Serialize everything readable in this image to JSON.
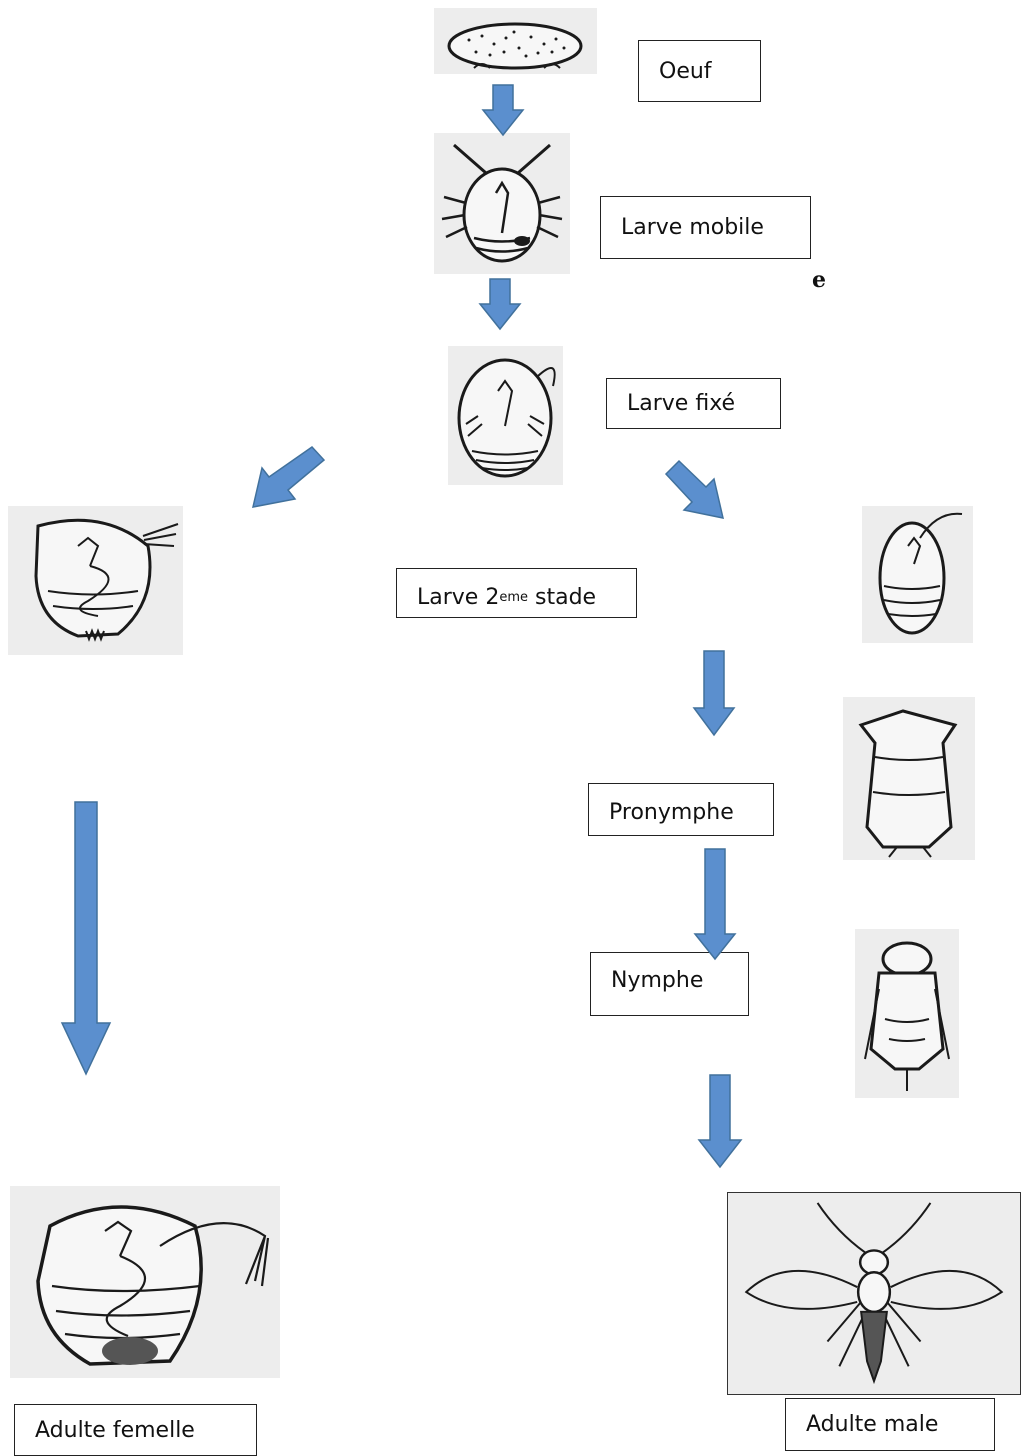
{
  "diagram": {
    "colors": {
      "arrow": "#5b8fce",
      "arrow_edge": "#41719c",
      "ink": "#1a1a1a",
      "paper": "#ededed"
    },
    "stages": {
      "egg": "Oeuf",
      "mobile_larva": "Larve mobile",
      "fixed_larva": "Larve fixé",
      "second_stage_prefix": "Larve 2",
      "second_stage_sup": "eme",
      "second_stage_suffix": " stade",
      "pronymph": "Pronymphe",
      "nymph": "Nymphe",
      "adult_female": "Adulte femelle",
      "adult_male": "Adulte male"
    },
    "stray_text": "e"
  }
}
